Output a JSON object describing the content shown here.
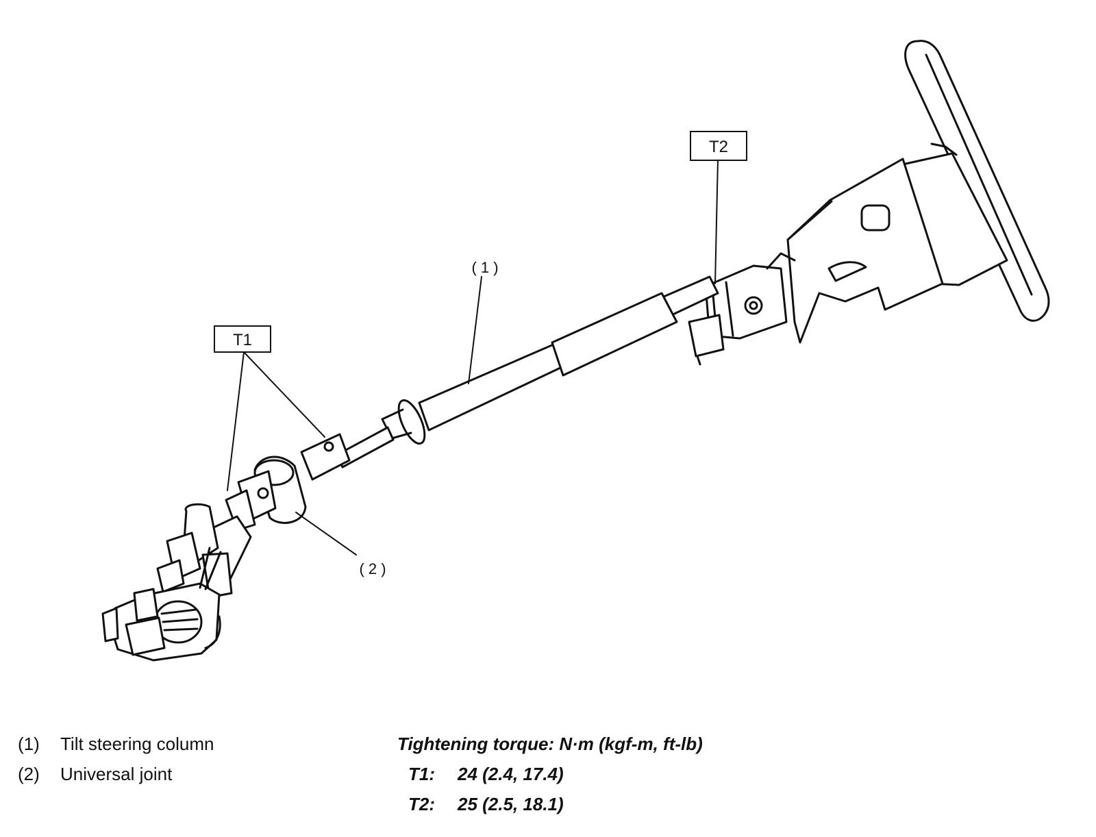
{
  "callouts": {
    "c1": "( 1 )",
    "c2": "( 2 )",
    "t1": "T1",
    "t2": "T2"
  },
  "legend": [
    {
      "num": "(1)",
      "label": "Tilt steering column"
    },
    {
      "num": "(2)",
      "label": "Universal joint"
    }
  ],
  "torque": {
    "heading": "Tightening torque: N·m (kgf-m, ft-lb)",
    "items": [
      {
        "key": "T1:",
        "value": "24 (2.4, 17.4)"
      },
      {
        "key": "T2:",
        "value": "25 (2.5, 18.1)"
      }
    ]
  }
}
